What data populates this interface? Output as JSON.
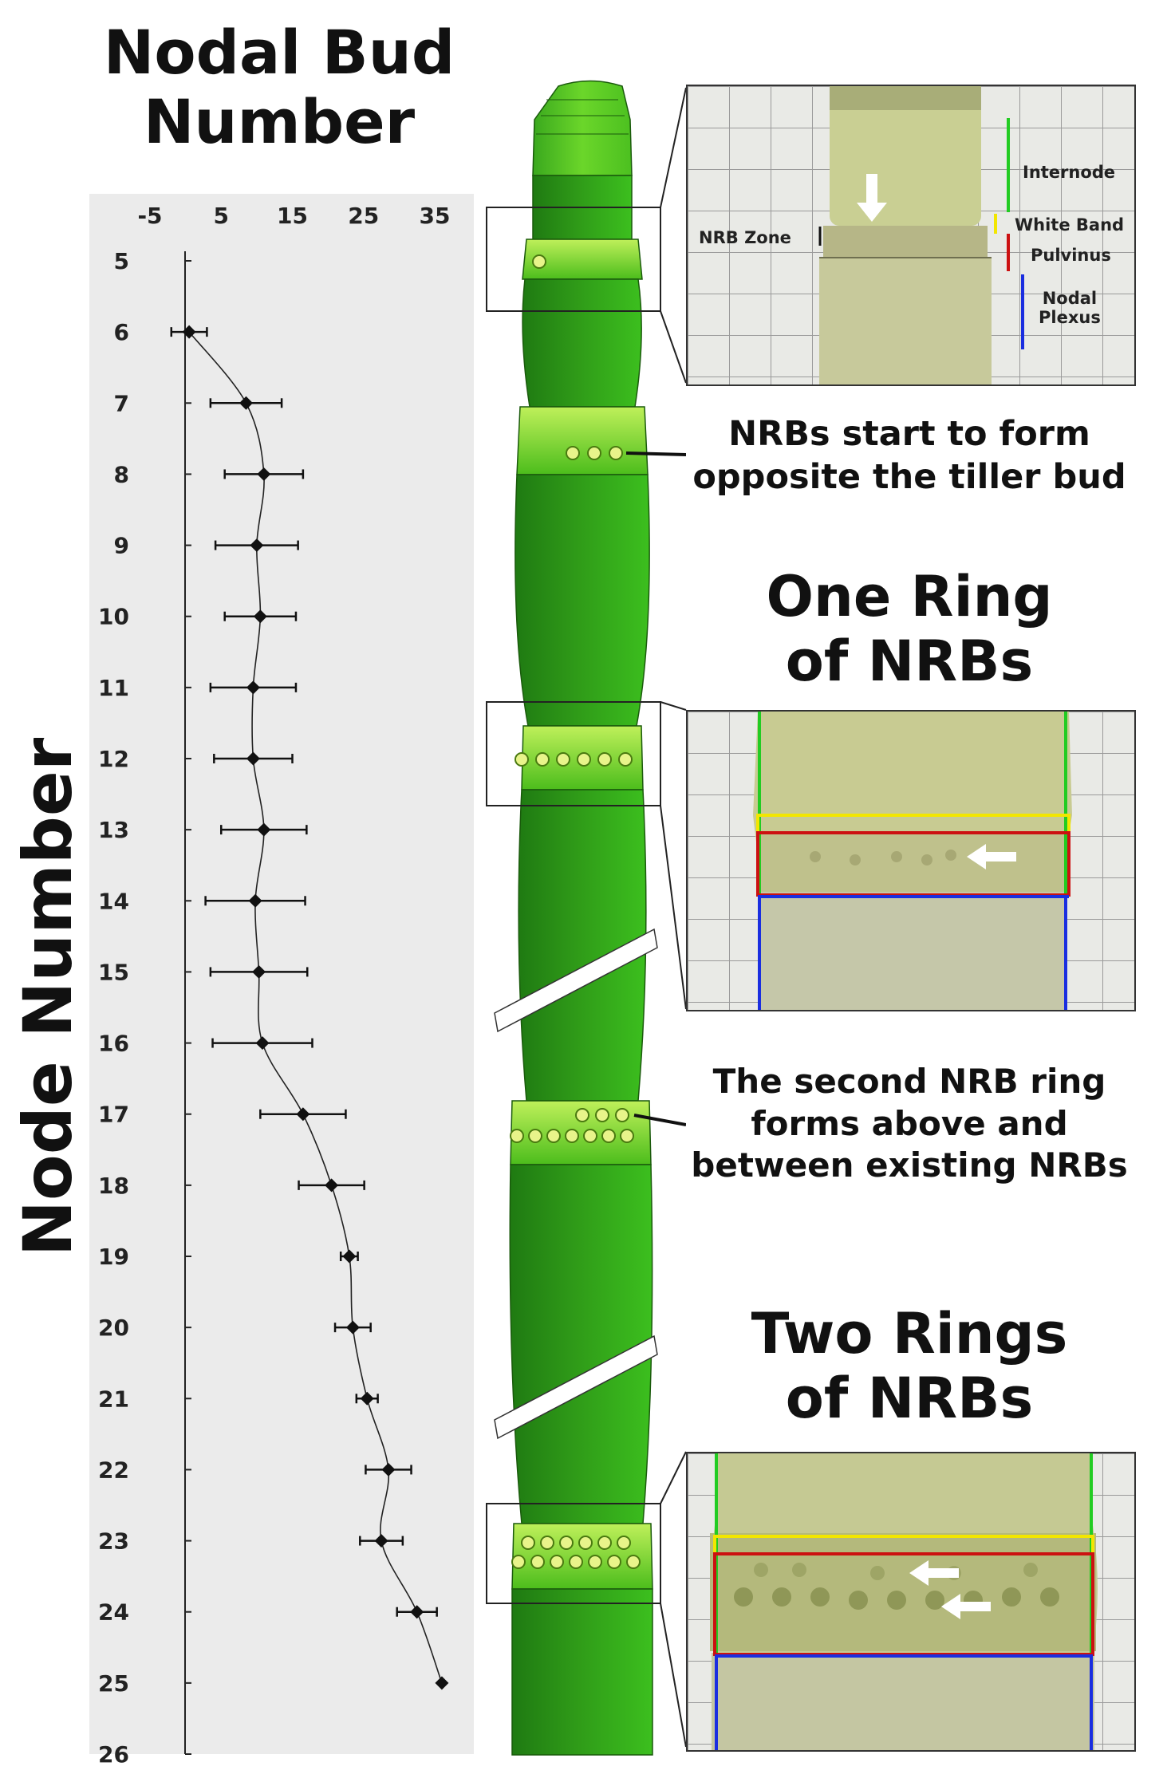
{
  "header": {
    "title_line1": "Nodal Bud",
    "title_line2": "Number"
  },
  "chart_data": {
    "type": "scatter",
    "x_ticks": [
      "-5",
      "5",
      "15",
      "25",
      "35"
    ],
    "y_label": "Node Number",
    "y_ticks": [
      "5",
      "6",
      "7",
      "8",
      "9",
      "10",
      "11",
      "12",
      "13",
      "14",
      "15",
      "16",
      "17",
      "18",
      "19",
      "20",
      "21",
      "22",
      "23",
      "24",
      "25",
      "26"
    ],
    "xlim": [
      -10,
      38
    ],
    "ylim": [
      26,
      5
    ],
    "grid": false,
    "points": [
      {
        "node": 6,
        "value": 0.5,
        "err": 2.5
      },
      {
        "node": 7,
        "value": 8.5,
        "err": 5
      },
      {
        "node": 8,
        "value": 11,
        "err": 5.5
      },
      {
        "node": 9,
        "value": 10,
        "err": 5.8
      },
      {
        "node": 10,
        "value": 10.5,
        "err": 5
      },
      {
        "node": 11,
        "value": 9.5,
        "err": 6
      },
      {
        "node": 12,
        "value": 9.5,
        "err": 5.5
      },
      {
        "node": 13,
        "value": 11,
        "err": 6
      },
      {
        "node": 14,
        "value": 9.8,
        "err": 7
      },
      {
        "node": 15,
        "value": 10.3,
        "err": 6.8
      },
      {
        "node": 16,
        "value": 10.8,
        "err": 7
      },
      {
        "node": 17,
        "value": 16.5,
        "err": 6
      },
      {
        "node": 18,
        "value": 20.5,
        "err": 4.6
      },
      {
        "node": 19,
        "value": 23,
        "err": 1.2
      },
      {
        "node": 20,
        "value": 23.5,
        "err": 2.5
      },
      {
        "node": 21,
        "value": 25.5,
        "err": 1.5
      },
      {
        "node": 22,
        "value": 28.5,
        "err": 3.2
      },
      {
        "node": 23,
        "value": 27.5,
        "err": 3
      },
      {
        "node": 24,
        "value": 32.5,
        "err": 2.8
      },
      {
        "node": 25,
        "value": 36,
        "err": 0
      }
    ]
  },
  "annotations": {
    "nrb_start": {
      "line1": "NRBs start to form",
      "line2": "opposite the tiller bud"
    },
    "one_ring": {
      "line1": "One Ring",
      "line2": "of NRBs"
    },
    "second_ring": {
      "line1": "The second NRB ring",
      "line2": "forms above and",
      "line3": "between existing NRBs"
    },
    "two_rings": {
      "line1": "Two Rings",
      "line2": "of NRBs"
    }
  },
  "photo_labels": {
    "internode": "Internode",
    "white_band": "White Band",
    "pulvinus": "Pulvinus",
    "nodal_plexus_1": "Nodal",
    "nodal_plexus_2": "Plexus",
    "nrb_zone": "NRB Zone"
  },
  "colors": {
    "stem_green": "#2f9a18",
    "node_light": "#8fe03a",
    "zone_green": "#22cc22",
    "zone_yellow": "#f2e600",
    "zone_red": "#cc1111",
    "zone_blue": "#1a2ee0"
  }
}
